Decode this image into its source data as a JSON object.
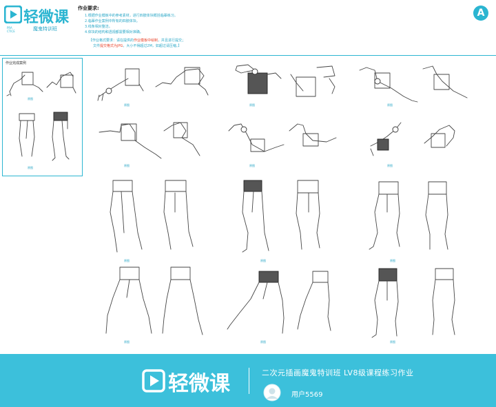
{
  "header": {
    "logo_text": "轻微课",
    "practice_label": "PRA CTICE",
    "course_name": "魔鬼特训班",
    "badge": "A",
    "requirements_title": "作业要求:",
    "requirements": [
      "1.根据作业模板中的参考素材，进行四肢体块概括临摹练习。",
      "2.临摹作业案例中所有的四肢体块。",
      "3.线条相对整洁。",
      "4.体块的结构和透视都需要相对准确。"
    ],
    "format_line1_a": "【作业格式要求：请在提供的",
    "format_line1_hl": "作业模板中绘制",
    "format_line1_b": "，并且进行提交；",
    "format_line2_a": "文件",
    "format_line2_hl": "提交格式为JPG",
    "format_line2_b": "，大小不得超过2M，如超过请压缩。】"
  },
  "example": {
    "title": "作业完成案例",
    "captions": [
      "原图",
      "原图"
    ]
  },
  "grid": {
    "caption": "原图"
  },
  "footer": {
    "logo_text": "轻微课",
    "title": "二次元插画魔鬼特训班 LV8级课程练习作业",
    "username": "用户5569"
  },
  "colors": {
    "brand": "#2bb5d1",
    "footer_bg": "#3cc0db",
    "highlight": "#e8452c"
  }
}
